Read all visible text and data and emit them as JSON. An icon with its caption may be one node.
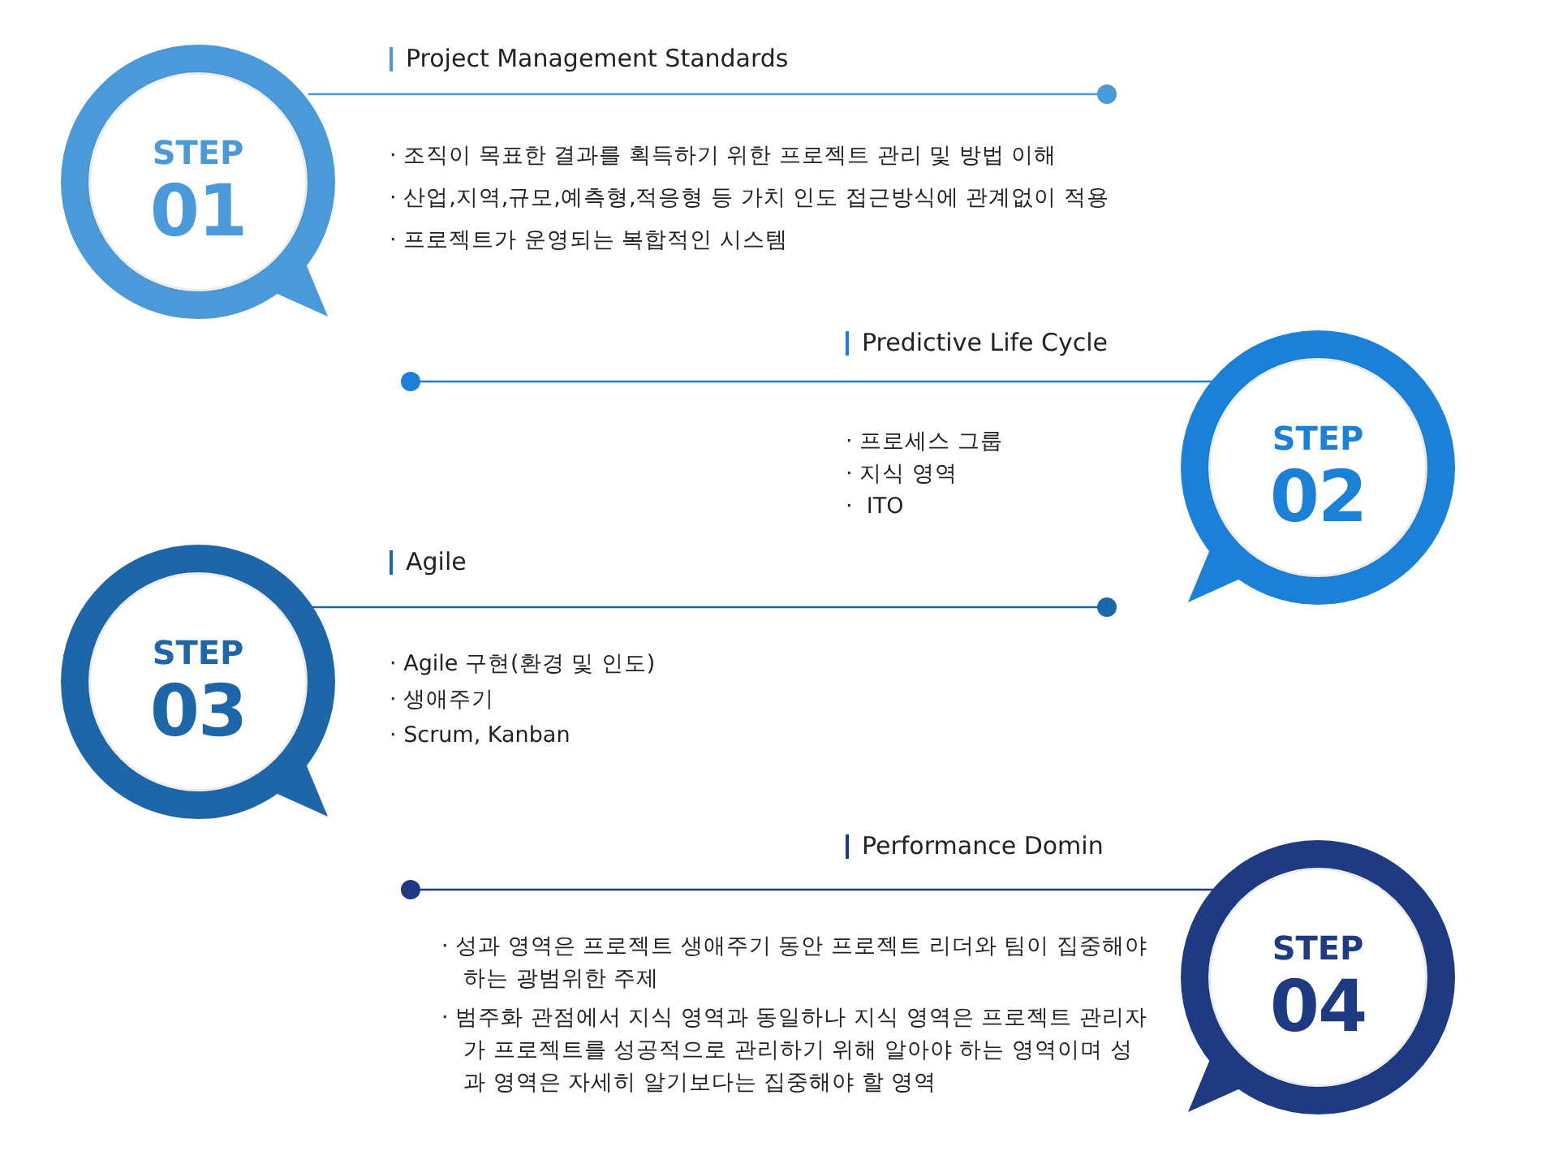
{
  "diagram": {
    "nodes": [
      {
        "text": [
          "STEP",
          "01"
        ],
        "beside": [
          "Project Management Standards",
          "· 조직이 목표한 결과를 획득하기 위한 프로젝트 관리 및 방법 이해",
          "· 산업,지역,규모,예측형,적응형 등 가치 인도 접근방식에 관계없이 적용",
          "· 프로젝트가 운영되는 복합적인 시스템"
        ]
      },
      {
        "text": [
          "STEP",
          "02"
        ],
        "beside": [
          "Predictive Life Cycle",
          "· 프로세스 그룹",
          "· 지식 영역",
          "·  ITO"
        ]
      },
      {
        "text": [
          "STEP",
          "03"
        ],
        "beside": [
          "Agile",
          "· Agile 구현(환경 및 인도)",
          "· 생애주기",
          "· Scrum, Kanban"
        ]
      },
      {
        "text": [
          "STEP",
          "04"
        ],
        "beside": [
          "Performance Domin",
          "· 성과 영역은 프로젝트 생애주기 동안 프로젝트 리더와 팀이 집중해야 하는 광범위한 주제",
          "· 범주화 관점에서 지식 영역과 동일하나 지식 영역은 프로젝트 관리자가 프로젝트를 성공적으로 관리하기 위해 알아야 하는 영역이며 성과 영역은 자세히 알기보다는 집중해야 할 영역"
        ]
      }
    ]
  }
}
